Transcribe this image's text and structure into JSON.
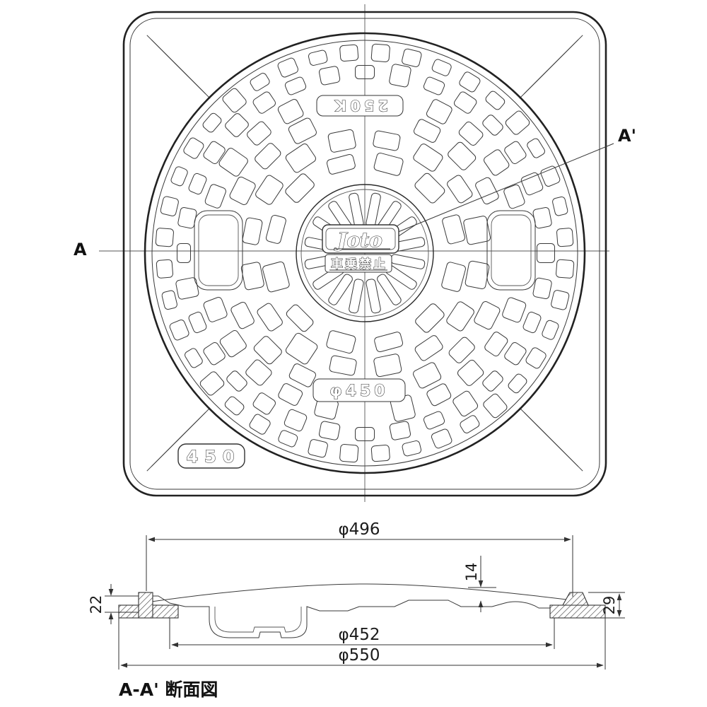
{
  "drawing": {
    "top_view": {
      "section_label_left": "A",
      "section_label_right": "A'",
      "load_rating": "250K",
      "brand": "Joto",
      "warning": "車乗禁止",
      "cover_size": "φ450",
      "frame_size": "450"
    },
    "section": {
      "dim_cover_diameter": "φ496",
      "dim_seat_diameter": "φ452",
      "dim_outer_diameter": "φ550",
      "dim_crown_height": "14",
      "dim_cover_edge_height": "22",
      "dim_frame_height": "29",
      "title": "A-A'  断面図"
    },
    "colors": {
      "line": "#2a2a2a",
      "thin_line": "#555555",
      "background": "#ffffff"
    }
  }
}
